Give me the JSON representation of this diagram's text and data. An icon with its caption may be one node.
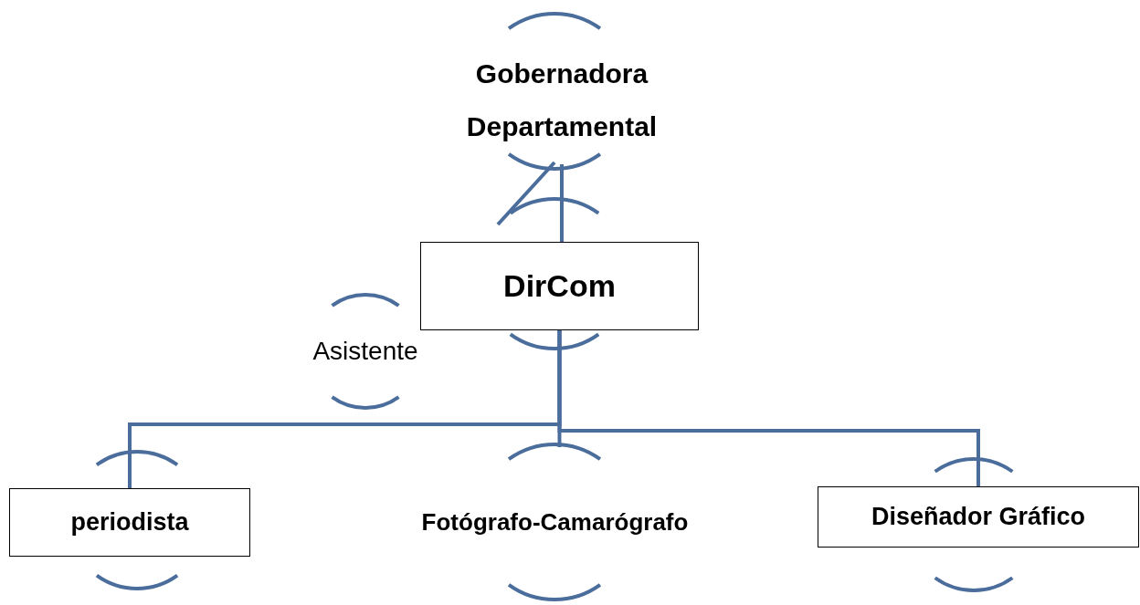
{
  "diagram": {
    "nodes": [
      {
        "text": [
          "Gobernadora Departamental"
        ]
      },
      {
        "text": [
          "DirCom"
        ]
      },
      {
        "text": [
          "Asistente"
        ]
      },
      {
        "text": [
          "periodista"
        ]
      },
      {
        "text": [
          "Fotógrafo-Camarógrafo"
        ]
      },
      {
        "text": [
          "Diseñador Gráfico"
        ]
      }
    ],
    "edges": [
      {
        "from": 0,
        "to": 1,
        "arrow": "none"
      },
      {
        "from": 1,
        "to": 3,
        "arrow": "none"
      },
      {
        "from": 1,
        "to": 4,
        "arrow": "none"
      },
      {
        "from": 1,
        "to": 5,
        "arrow": "none"
      }
    ]
  }
}
